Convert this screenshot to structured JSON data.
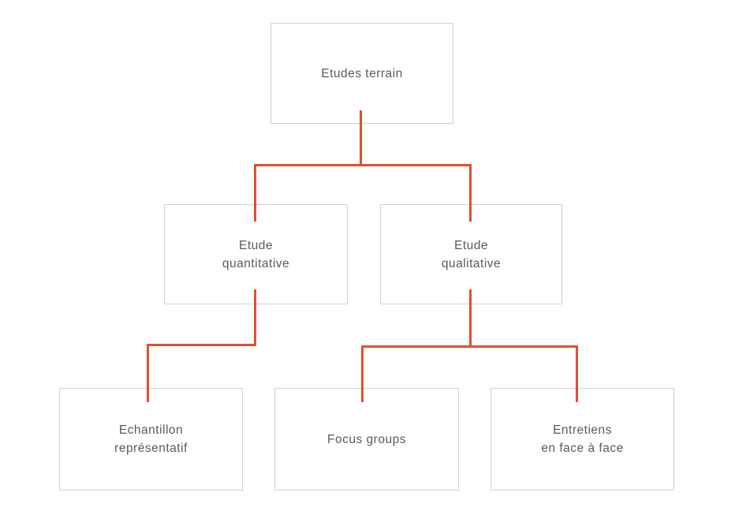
{
  "colors": {
    "connector": "#E0512F",
    "box_border": "#D2D2D2",
    "box_background": "#FFFFFF",
    "page_background": "#FFFFFF",
    "text": "#595A5C"
  },
  "tree": {
    "label": "Etudes terrain",
    "children": [
      {
        "label": "Etude\nquantitative",
        "children": [
          {
            "label": "Echantillon\nreprésentatif",
            "children": []
          }
        ]
      },
      {
        "label": "Etude\nqualitative",
        "children": [
          {
            "label": "Focus groups",
            "children": []
          },
          {
            "label": "Entretiens\nen face à face",
            "children": []
          }
        ]
      }
    ]
  }
}
